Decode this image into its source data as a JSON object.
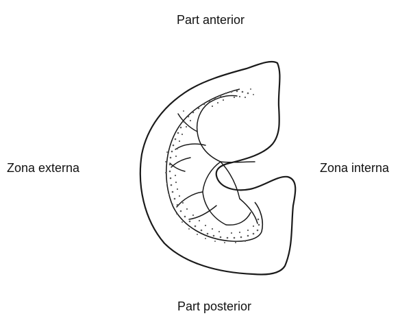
{
  "labels": {
    "top": "Part anterior",
    "left": "Zona externa",
    "right": "Zona interna",
    "bottom": "Part posterior"
  },
  "colors": {
    "ink": "#1a1a1a",
    "dots": "#5a5a5a",
    "background": "#ffffff"
  }
}
